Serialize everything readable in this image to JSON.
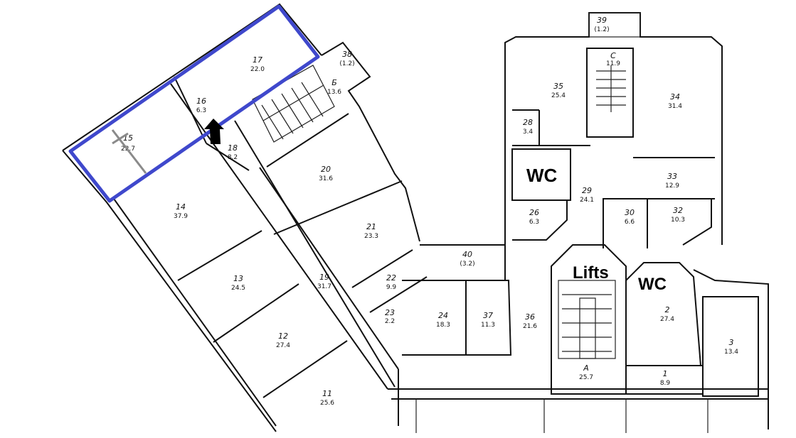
{
  "colors": {
    "highlight": "#3f48cc",
    "walls": "#111111",
    "marker": "#000000",
    "cross": "#8a8a8a"
  },
  "overlays": {
    "wc_left": "WC",
    "lifts": "Lifts",
    "wc_right": "WC"
  },
  "rooms": {
    "r15": {
      "num": "15",
      "area": "22.7"
    },
    "r17": {
      "num": "17",
      "area": "22.0"
    },
    "r16": {
      "num": "16",
      "area": "6.3"
    },
    "r18": {
      "num": "18",
      "area": "8.2"
    },
    "rB": {
      "num": "Б",
      "area": "13.6"
    },
    "r38": {
      "num": "38",
      "area": "(1.2)"
    },
    "r20": {
      "num": "20",
      "area": "31.6"
    },
    "r14": {
      "num": "14",
      "area": "37.9"
    },
    "r21": {
      "num": "21",
      "area": "23.3"
    },
    "r13": {
      "num": "13",
      "area": "24.5"
    },
    "r19": {
      "num": "19",
      "area": "31.7"
    },
    "r22": {
      "num": "22",
      "area": "9.9"
    },
    "r23": {
      "num": "23",
      "area": "2.2"
    },
    "r12": {
      "num": "12",
      "area": "27.4"
    },
    "r11": {
      "num": "11",
      "area": "25.6"
    },
    "r35": {
      "num": "35",
      "area": "25.4"
    },
    "rC": {
      "num": "C",
      "area": "11.9"
    },
    "r39": {
      "num": "39",
      "area": "(1.2)"
    },
    "r34": {
      "num": "34",
      "area": "31.4"
    },
    "r28": {
      "num": "28",
      "area": "3.4"
    },
    "r29": {
      "num": "29",
      "area": "24.1"
    },
    "r33": {
      "num": "33",
      "area": "12.9"
    },
    "r26": {
      "num": "26",
      "area": "6.3"
    },
    "r30": {
      "num": "30",
      "area": "6.6"
    },
    "r32": {
      "num": "32",
      "area": "10.3"
    },
    "r40": {
      "num": "40",
      "area": "(3.2)"
    },
    "r24": {
      "num": "24",
      "area": "18.3"
    },
    "r37": {
      "num": "37",
      "area": "11.3"
    },
    "r36": {
      "num": "36",
      "area": "21.6"
    },
    "rA": {
      "num": "A",
      "area": "25.7"
    },
    "r2": {
      "num": "2",
      "area": "27.4"
    },
    "r3": {
      "num": "3",
      "area": "13.4"
    },
    "r1": {
      "num": "1",
      "area": "8.9"
    }
  }
}
